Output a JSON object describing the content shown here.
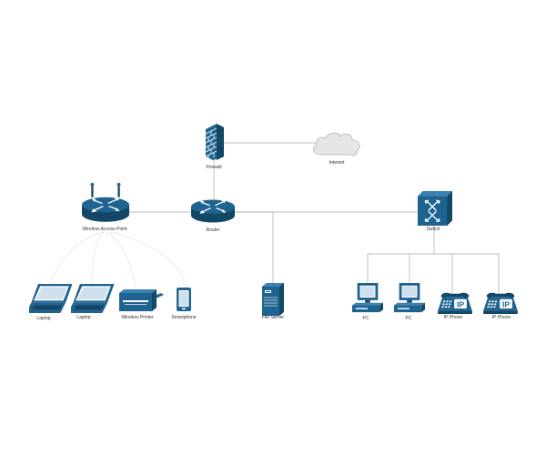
{
  "colors": {
    "device": "#1f6391",
    "device_dark": "#134766",
    "device_light": "#3b82b3",
    "cloud": "#e6e6e6",
    "cloud_stroke": "#b3b3b3",
    "wire": "#a6a6a6"
  },
  "nodes": {
    "firewall": {
      "label": "Firewall",
      "icon": "firewall-icon"
    },
    "internet": {
      "label": "Internet",
      "icon": "cloud-icon"
    },
    "router": {
      "label": "Router",
      "icon": "router-icon"
    },
    "wap": {
      "label": "Wireless Access Point",
      "icon": "wireless-access-point-icon"
    },
    "switch": {
      "label": "Switch",
      "icon": "switch-icon"
    },
    "laptop1": {
      "label": "Laptop",
      "icon": "laptop-icon"
    },
    "laptop2": {
      "label": "Laptop",
      "icon": "laptop-icon"
    },
    "printer": {
      "label": "Wireless Printer",
      "icon": "printer-icon"
    },
    "smartphone": {
      "label": "Smartphone",
      "icon": "smartphone-icon"
    },
    "fileserver": {
      "label": "File Server",
      "icon": "server-icon"
    },
    "pc1": {
      "label": "PC",
      "icon": "pc-icon"
    },
    "pc2": {
      "label": "PC",
      "icon": "pc-icon"
    },
    "ipphone1": {
      "label": "IP Phone",
      "icon": "ip-phone-icon"
    },
    "ipphone2": {
      "label": "IP Phone",
      "icon": "ip-phone-icon"
    }
  },
  "links": [
    {
      "from": "firewall",
      "to": "internet",
      "type": "wired"
    },
    {
      "from": "firewall",
      "to": "router",
      "type": "wired"
    },
    {
      "from": "wap",
      "to": "router",
      "type": "wired"
    },
    {
      "from": "router",
      "to": "switch",
      "type": "wired"
    },
    {
      "from": "router",
      "to": "fileserver",
      "type": "wired"
    },
    {
      "from": "switch",
      "to": "pc1",
      "type": "wired"
    },
    {
      "from": "switch",
      "to": "pc2",
      "type": "wired"
    },
    {
      "from": "switch",
      "to": "ipphone1",
      "type": "wired"
    },
    {
      "from": "switch",
      "to": "ipphone2",
      "type": "wired"
    },
    {
      "from": "wap",
      "to": "laptop1",
      "type": "wireless"
    },
    {
      "from": "wap",
      "to": "laptop2",
      "type": "wireless"
    },
    {
      "from": "wap",
      "to": "printer",
      "type": "wireless"
    },
    {
      "from": "wap",
      "to": "smartphone",
      "type": "wireless"
    }
  ]
}
